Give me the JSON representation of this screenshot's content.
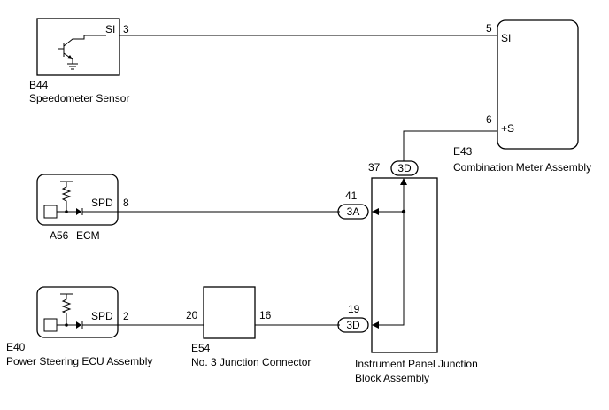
{
  "components": {
    "speed_sensor": {
      "code": "B44",
      "name": "Speedometer Sensor",
      "pin_label": "SI",
      "pin": "3"
    },
    "ecm": {
      "code": "A56",
      "name": "ECM",
      "pin_label": "SPD",
      "pin": "8"
    },
    "ps_ecu": {
      "code": "E40",
      "name": "Power Steering ECU Assembly",
      "pin_label": "SPD",
      "pin": "2"
    },
    "junction_connector": {
      "code": "E54",
      "name": "No. 3 Junction Connector",
      "pin_in": "20",
      "pin_out": "16"
    },
    "combination_meter": {
      "code": "E43",
      "name": "Combination Meter Assembly",
      "pin_si_label": "SI",
      "pin_si": "5",
      "pin_s_label": "+S",
      "pin_s": "6"
    },
    "junction_block": {
      "name_line1": "Instrument Panel Junction",
      "name_line2": "Block Assembly",
      "top": {
        "pin": "37",
        "connector": "3D"
      },
      "mid": {
        "pin": "41",
        "connector": "3A"
      },
      "bot": {
        "pin": "19",
        "connector": "3D"
      }
    }
  }
}
